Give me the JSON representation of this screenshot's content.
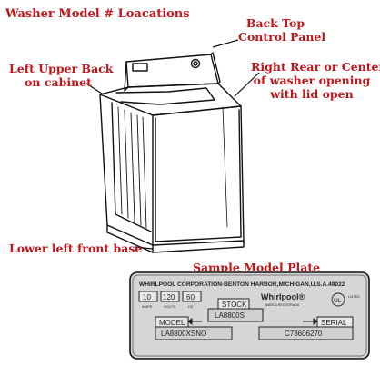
{
  "title": "Washer Model # Loacations",
  "labels": {
    "back_top": [
      "Back Top",
      "Control Panel"
    ],
    "left_upper": [
      "Left Upper Back",
      "on cabinet"
    ],
    "right_rear": [
      "Right Rear or Center",
      "of washer opening",
      "with lid open"
    ],
    "lower_left": "Lower left front base",
    "sample_plate": "Sample Model Plate"
  },
  "plate": {
    "header": "WHIRLPOOL CORPORATION-BENTON HARBOR,MICHIGAN,U.S.A.49022",
    "amps": "10",
    "volts": "120",
    "hz": "60",
    "amps_label": "AMPS",
    "volts_label": "VOLTS",
    "hz_label": "HZ",
    "stock_label": "STOCK",
    "stock_value": "LA8800S",
    "brand": "Whirlpool®",
    "brand_sub": "MARCA REGISTRADA",
    "ul_mark": "UL",
    "listed": "LISTED",
    "model_label": "MODEL",
    "model_value": "LA8800XSNO",
    "serial_label": "SERIAL",
    "serial_value": "C73606270"
  },
  "colors": {
    "label_red": "#c0161b",
    "line": "#111111",
    "plate_bg": "#d6d6d6"
  }
}
